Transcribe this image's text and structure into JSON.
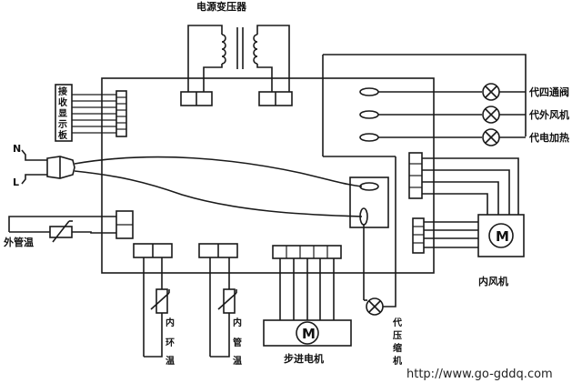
{
  "labels": {
    "transformer": "电源变压器",
    "display_board": [
      "接",
      "收",
      "显",
      "示",
      "板"
    ],
    "n_terminal": "N",
    "l_terminal": "L",
    "outdoor_temp": "外管温",
    "load_1": "代四通阀",
    "load_2": "代外风机",
    "load_3": "代电加热",
    "indoor_fan": "内风机",
    "indoor_temp_ring": [
      "内",
      "环",
      "温"
    ],
    "indoor_temp_pipe": [
      "内",
      "管",
      "温"
    ],
    "stepper_motor": "步进电机",
    "compressor": [
      "代",
      "压",
      "缩",
      "机"
    ],
    "motor_symbol": "M",
    "website": "http://www.go-gddq.com"
  }
}
